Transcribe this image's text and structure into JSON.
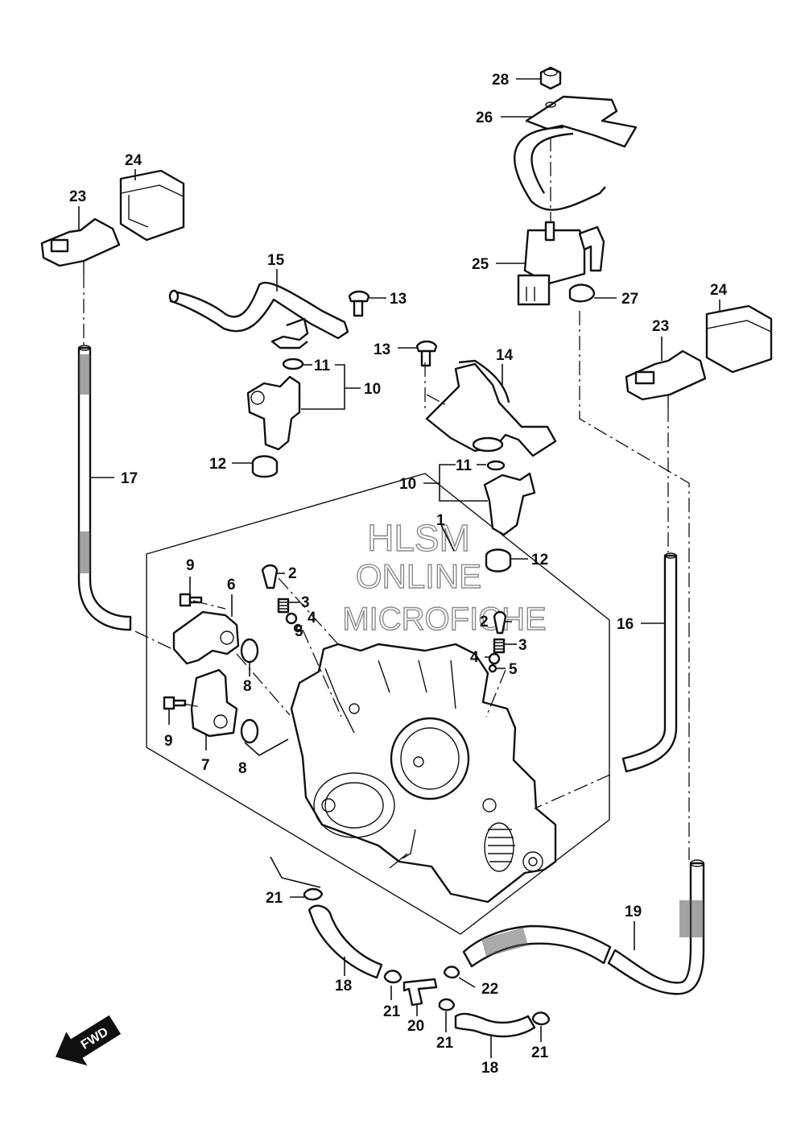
{
  "watermark": {
    "line1": "HLSM",
    "line2": "ONLINE",
    "line3": "MICROFICHE"
  },
  "fwd_label": "FWD",
  "callouts": [
    {
      "id": "c28",
      "text": "28"
    },
    {
      "id": "c26",
      "text": "26"
    },
    {
      "id": "c25",
      "text": "25"
    },
    {
      "id": "c27",
      "text": "27"
    },
    {
      "id": "c24a",
      "text": "24"
    },
    {
      "id": "c23a",
      "text": "23"
    },
    {
      "id": "c24b",
      "text": "24"
    },
    {
      "id": "c23b",
      "text": "23"
    },
    {
      "id": "c15",
      "text": "15"
    },
    {
      "id": "c13a",
      "text": "13"
    },
    {
      "id": "c13b",
      "text": "13"
    },
    {
      "id": "c14",
      "text": "14"
    },
    {
      "id": "c11a",
      "text": "11"
    },
    {
      "id": "c10a",
      "text": "10"
    },
    {
      "id": "c12a",
      "text": "12"
    },
    {
      "id": "c11b",
      "text": "11"
    },
    {
      "id": "c10b",
      "text": "10"
    },
    {
      "id": "c12b",
      "text": "12"
    },
    {
      "id": "c17",
      "text": "17"
    },
    {
      "id": "c16",
      "text": "16"
    },
    {
      "id": "c9a",
      "text": "9"
    },
    {
      "id": "c6",
      "text": "6"
    },
    {
      "id": "c2a",
      "text": "2"
    },
    {
      "id": "c3a",
      "text": "3"
    },
    {
      "id": "c4a",
      "text": "4"
    },
    {
      "id": "c5a",
      "text": "5"
    },
    {
      "id": "c8a",
      "text": "8"
    },
    {
      "id": "c9b",
      "text": "9"
    },
    {
      "id": "c7",
      "text": "7"
    },
    {
      "id": "c8b",
      "text": "8"
    },
    {
      "id": "c2b",
      "text": "2"
    },
    {
      "id": "c3b",
      "text": "3"
    },
    {
      "id": "c4b",
      "text": "4"
    },
    {
      "id": "c5b",
      "text": "5"
    },
    {
      "id": "c1",
      "text": "1"
    },
    {
      "id": "c21a",
      "text": "21"
    },
    {
      "id": "c18a",
      "text": "18"
    },
    {
      "id": "c21b",
      "text": "21"
    },
    {
      "id": "c20",
      "text": "20"
    },
    {
      "id": "c22",
      "text": "22"
    },
    {
      "id": "c21c",
      "text": "21"
    },
    {
      "id": "c18b",
      "text": "18"
    },
    {
      "id": "c21d",
      "text": "21"
    },
    {
      "id": "c19",
      "text": "19"
    }
  ]
}
